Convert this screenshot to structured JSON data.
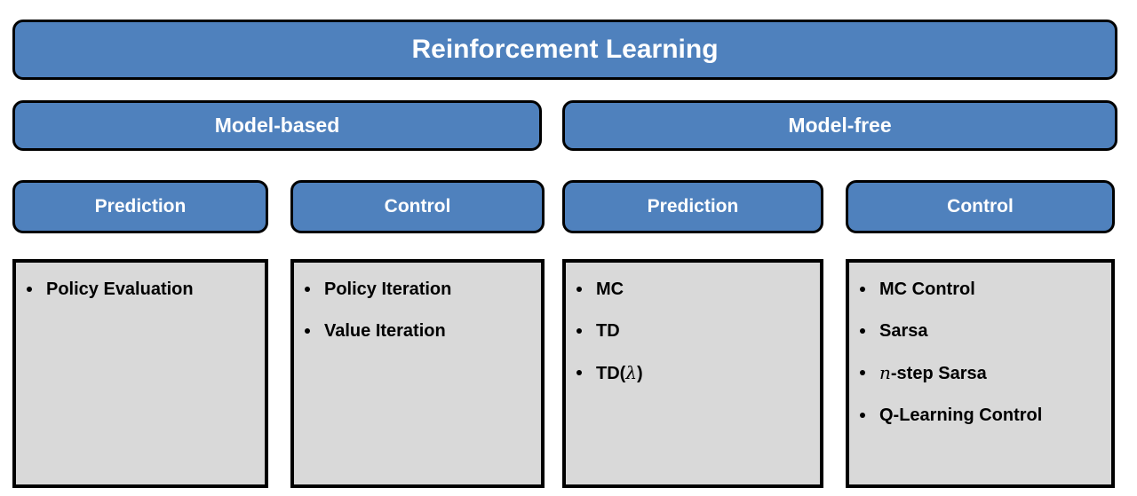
{
  "colors": {
    "accent_blue": "#4F81BD",
    "panel_gray": "#D9D9D9",
    "border_black": "#000000",
    "header_text": "#FFFFFF",
    "list_text": "#000000"
  },
  "root": {
    "title": "Reinforcement Learning"
  },
  "branches": [
    {
      "label": "Model-based"
    },
    {
      "label": "Model-free"
    }
  ],
  "columns": [
    {
      "header": "Prediction",
      "items": [
        [
          {
            "t": "Policy Evaluation"
          }
        ]
      ]
    },
    {
      "header": "Control",
      "items": [
        [
          {
            "t": "Policy Iteration"
          }
        ],
        [
          {
            "t": "Value Iteration"
          }
        ]
      ]
    },
    {
      "header": "Prediction",
      "items": [
        [
          {
            "t": "MC"
          }
        ],
        [
          {
            "t": "TD"
          }
        ],
        [
          {
            "t": "TD("
          },
          {
            "t": "λ",
            "math": true
          },
          {
            "t": ")"
          }
        ]
      ]
    },
    {
      "header": "Control",
      "items": [
        [
          {
            "t": "MC Control"
          }
        ],
        [
          {
            "t": "Sarsa"
          }
        ],
        [
          {
            "t": "n",
            "math": true
          },
          {
            "t": "-step Sarsa"
          }
        ],
        [
          {
            "t": "Q-Learning Control"
          }
        ]
      ]
    }
  ]
}
